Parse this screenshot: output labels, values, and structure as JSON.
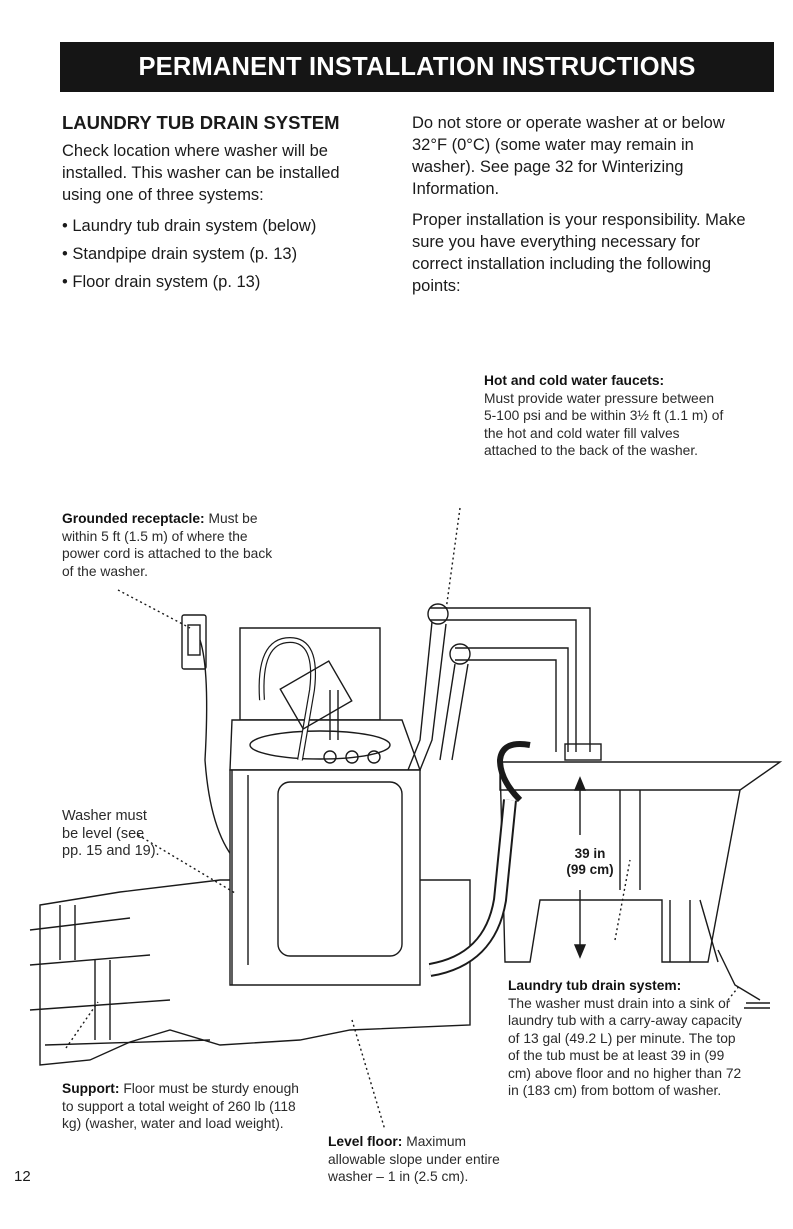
{
  "banner": {
    "title": "PERMANENT INSTALLATION INSTRUCTIONS"
  },
  "left_column": {
    "heading": "LAUNDRY TUB DRAIN SYSTEM",
    "intro": "Check location where washer will be installed. This washer can be installed using one of three systems:",
    "systems": [
      "Laundry tub drain system (below)",
      "Standpipe drain system (p. 13)",
      "Floor drain system (p. 13)"
    ]
  },
  "right_column": {
    "para1": "Do not store or operate washer at or below 32°F (0°C) (some water may remain in washer). See page 32 for Winterizing Information.",
    "para2": "Proper installation is your responsibility. Make sure you have everything necessary for correct installation including the following points:"
  },
  "callouts": {
    "faucets_title": "Hot and cold water faucets:",
    "faucets_text": "Must provide water pressure between 5-100 psi and be within 3½ ft (1.1 m) of the hot and cold water fill valves attached to the back of the washer.",
    "receptacle_title": "Grounded receptacle:",
    "receptacle_text": "Must be within 5 ft (1.5 m) of where the power cord is attached to the back of the washer.",
    "level_text": "Washer must be level (see pp. 15 and 19).",
    "tub_title": "Laundry tub drain system:",
    "tub_text": "The washer must drain into a sink or laundry tub with a carry-away capacity of 13 gal (49.2 L) per minute. The top of the tub must be at least 39 in (99 cm) above floor and no higher than 72 in (183 cm) from bottom of washer.",
    "support_title": "Support:",
    "support_text": "Floor must be sturdy enough to support a total weight of 260 lb (118 kg) (washer, water and load weight).",
    "floor_title": "Level floor:",
    "floor_text": "Maximum allowable slope under entire washer – 1 in (2.5 cm)."
  },
  "dimension": {
    "line1": "39 in",
    "line2": "(99 cm)"
  },
  "page_number": "12"
}
